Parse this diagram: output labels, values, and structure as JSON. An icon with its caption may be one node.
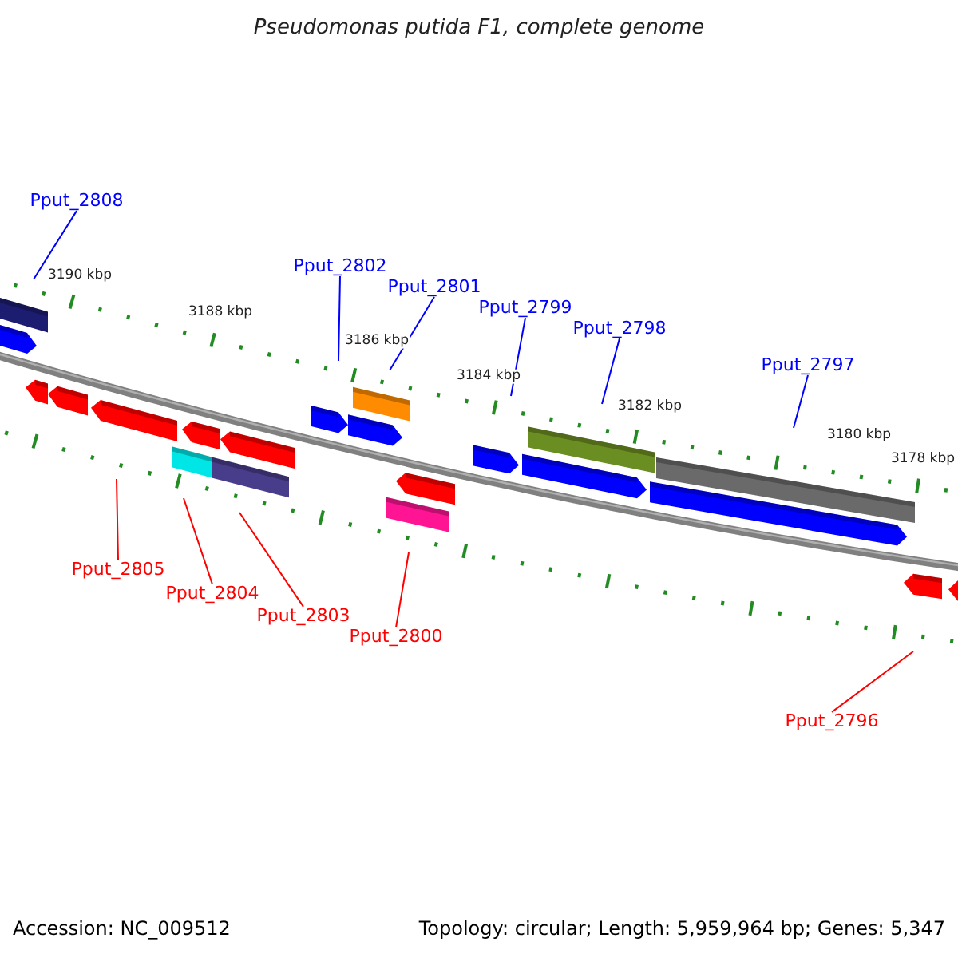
{
  "diagram": {
    "title": "Pseudomonas putida F1, complete genome",
    "nodes": [
      {
        "text": [
          "Pput_2808"
        ]
      },
      {
        "text": [
          "Pput_2802"
        ]
      },
      {
        "text": [
          "Pput_2801"
        ]
      },
      {
        "text": [
          "Pput_2799"
        ]
      },
      {
        "text": [
          "Pput_2798"
        ]
      },
      {
        "text": [
          "Pput_2797"
        ]
      },
      {
        "text": [
          "Pput_2805"
        ]
      },
      {
        "text": [
          "Pput_2804"
        ]
      },
      {
        "text": [
          "Pput_2803"
        ]
      },
      {
        "text": [
          "Pput_2800"
        ]
      },
      {
        "text": [
          "Pput_2796"
        ]
      }
    ],
    "edges": [
      {
        "from": 0,
        "to": null,
        "arrow": "none"
      },
      {
        "from": 1,
        "to": null,
        "arrow": "none"
      },
      {
        "from": 2,
        "to": null,
        "arrow": "none"
      },
      {
        "from": 3,
        "to": null,
        "arrow": "none"
      },
      {
        "from": 4,
        "to": null,
        "arrow": "none"
      },
      {
        "from": 5,
        "to": null,
        "arrow": "none"
      },
      {
        "from": 6,
        "to": null,
        "arrow": "none",
        "color": "#ff0000"
      },
      {
        "from": 7,
        "to": null,
        "arrow": "none",
        "color": "#ff0000"
      },
      {
        "from": 8,
        "to": null,
        "arrow": "none",
        "color": "#ff0000"
      },
      {
        "from": 9,
        "to": null,
        "arrow": "none",
        "color": "#ff0000"
      },
      {
        "from": 10,
        "to": null,
        "arrow": "none",
        "color": "#ff0000"
      }
    ],
    "labels": [
      "3190 kbp",
      "3188 kbp",
      "3186 kbp",
      "3184 kbp",
      "3182 kbp",
      "3180 kbp",
      "3178 kbp",
      "Accession: NC_009512",
      "Topology: circular; Length: 5,959,964 bp; Genes: 5,347"
    ]
  }
}
